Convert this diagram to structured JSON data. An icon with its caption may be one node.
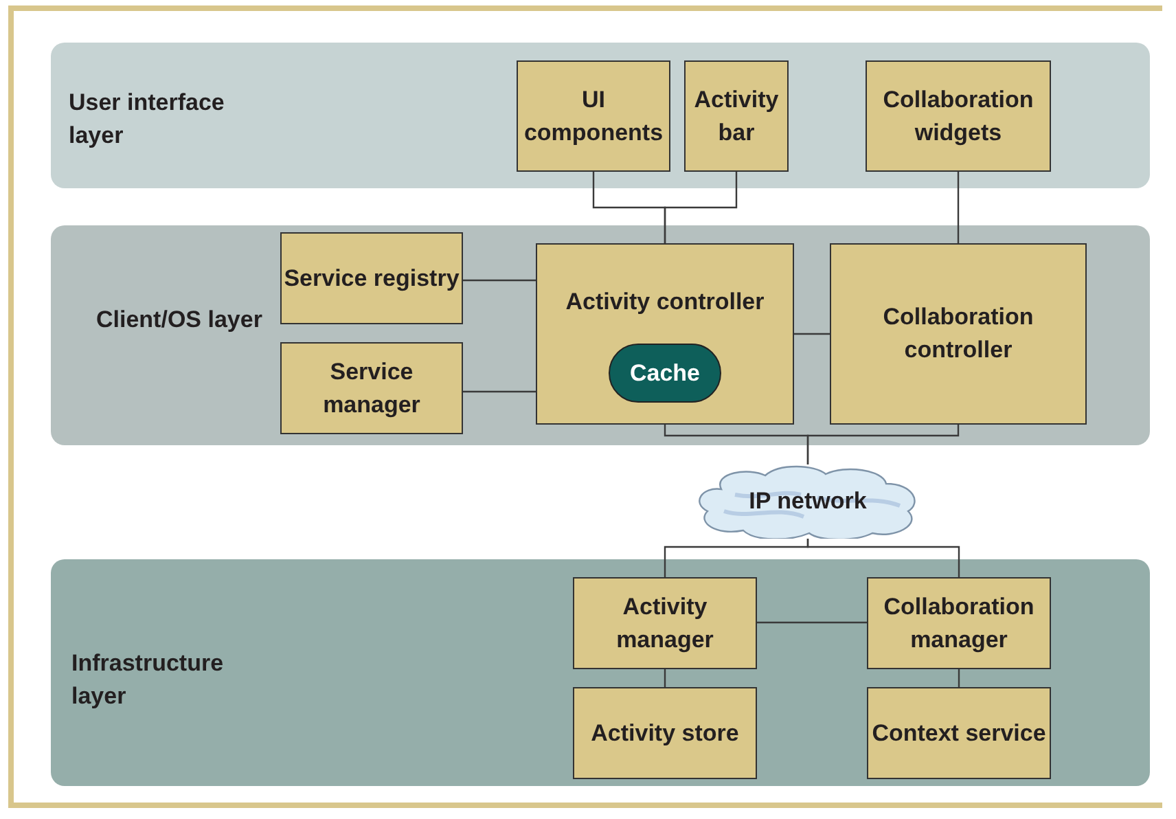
{
  "diagram": {
    "nodes": [
      {
        "text": [
          "User interface layer"
        ]
      },
      {
        "text": [
          "UI components"
        ],
        "in": 0
      },
      {
        "text": [
          "Activity bar"
        ],
        "in": 0
      },
      {
        "text": [
          "Collaboration widgets"
        ],
        "in": 0
      },
      {
        "text": [
          "Client/OS layer"
        ]
      },
      {
        "text": [
          "Service registry"
        ],
        "in": 4
      },
      {
        "text": [
          "Service manager"
        ],
        "in": 4
      },
      {
        "text": [
          "Activity controller"
        ],
        "in": 4
      },
      {
        "text": [
          "Cache"
        ],
        "in": 7
      },
      {
        "text": [
          "Collaboration controller"
        ],
        "in": 4
      },
      {
        "text": [
          "IP network"
        ]
      },
      {
        "text": [
          "Infrastructure layer"
        ]
      },
      {
        "text": [
          "Activity manager"
        ],
        "in": 11
      },
      {
        "text": [
          "Collaboration manager"
        ],
        "in": 11
      },
      {
        "text": [
          "Activity store"
        ],
        "in": 11
      },
      {
        "text": [
          "Context service"
        ],
        "in": 11
      }
    ],
    "edges": [
      {
        "from": 1,
        "to": 7,
        "arrow": "none"
      },
      {
        "from": 2,
        "to": 7,
        "arrow": "none"
      },
      {
        "from": 3,
        "to": 9,
        "arrow": "none"
      },
      {
        "from": 5,
        "to": 7,
        "arrow": "none"
      },
      {
        "from": 6,
        "to": 7,
        "arrow": "none"
      },
      {
        "from": 7,
        "to": 9,
        "arrow": "none"
      },
      {
        "from": 7,
        "to": 10,
        "arrow": "none"
      },
      {
        "from": 9,
        "to": 10,
        "arrow": "none"
      },
      {
        "from": 10,
        "to": 12,
        "arrow": "none"
      },
      {
        "from": 10,
        "to": 13,
        "arrow": "none"
      },
      {
        "from": 12,
        "to": 13,
        "arrow": "none"
      },
      {
        "from": 12,
        "to": 14,
        "arrow": "none"
      },
      {
        "from": 13,
        "to": 15,
        "arrow": "none"
      }
    ]
  }
}
